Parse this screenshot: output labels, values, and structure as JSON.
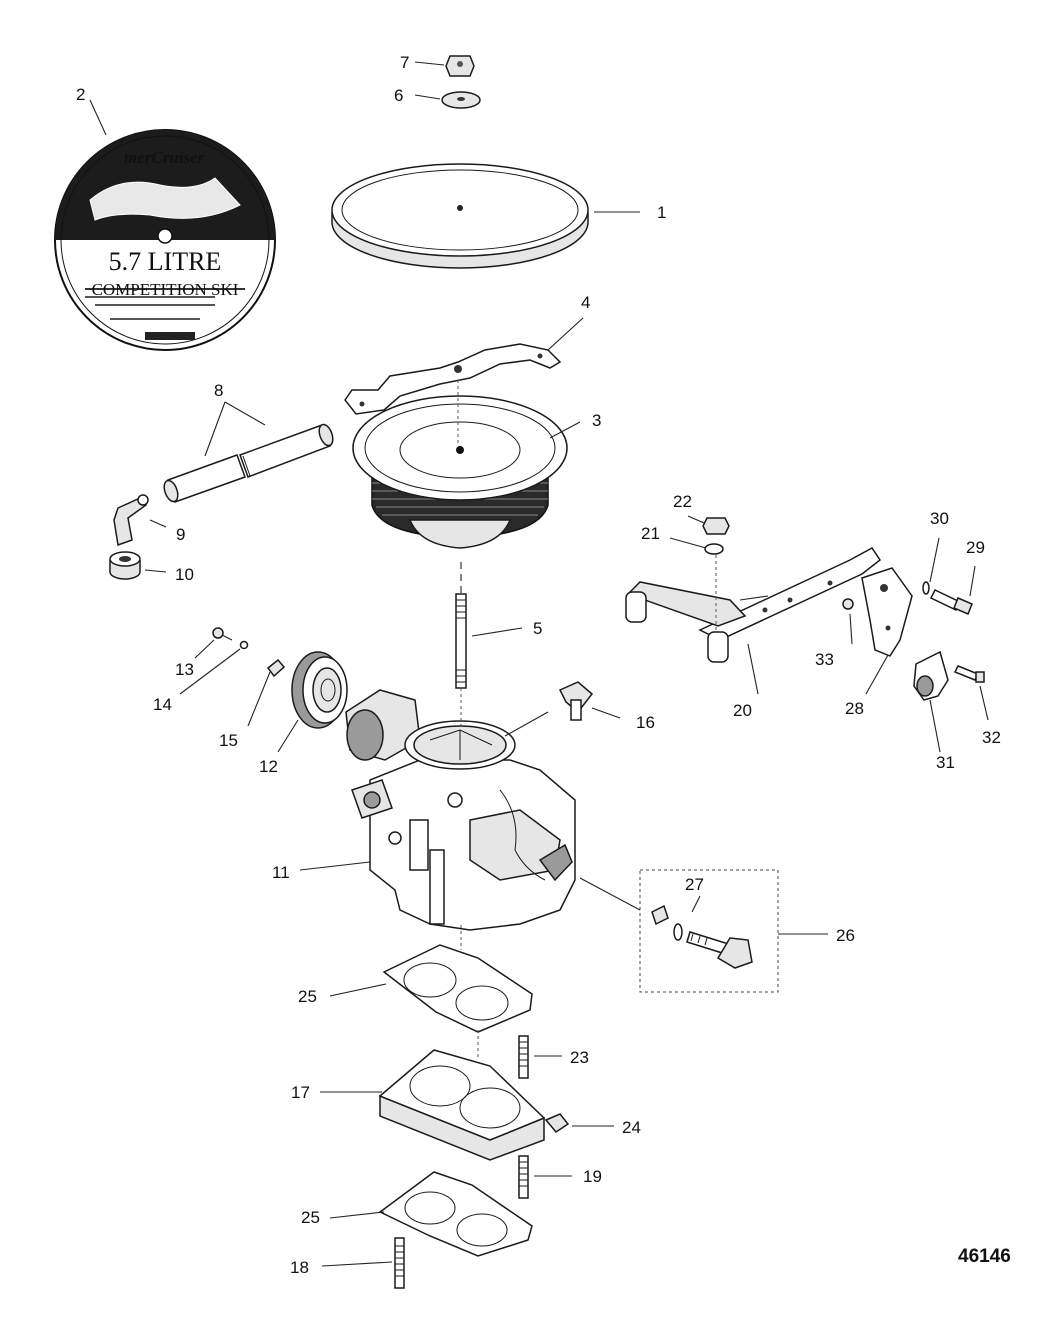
{
  "figure_number": "46146",
  "callouts": [
    {
      "id": "1",
      "text": "1"
    },
    {
      "id": "2",
      "text": "2"
    },
    {
      "id": "3",
      "text": "3"
    },
    {
      "id": "4",
      "text": "4"
    },
    {
      "id": "5",
      "text": "5"
    },
    {
      "id": "6",
      "text": "6"
    },
    {
      "id": "7",
      "text": "7"
    },
    {
      "id": "8",
      "text": "8"
    },
    {
      "id": "9",
      "text": "9"
    },
    {
      "id": "10",
      "text": "10"
    },
    {
      "id": "11",
      "text": "11"
    },
    {
      "id": "12",
      "text": "12"
    },
    {
      "id": "13",
      "text": "13"
    },
    {
      "id": "14",
      "text": "14"
    },
    {
      "id": "15",
      "text": "15"
    },
    {
      "id": "16",
      "text": "16"
    },
    {
      "id": "17",
      "text": "17"
    },
    {
      "id": "18",
      "text": "18"
    },
    {
      "id": "19",
      "text": "19"
    },
    {
      "id": "20",
      "text": "20"
    },
    {
      "id": "21",
      "text": "21"
    },
    {
      "id": "22",
      "text": "22"
    },
    {
      "id": "23",
      "text": "23"
    },
    {
      "id": "24",
      "text": "24"
    },
    {
      "id": "25a",
      "text": "25"
    },
    {
      "id": "25b",
      "text": "25"
    },
    {
      "id": "26",
      "text": "26"
    },
    {
      "id": "27",
      "text": "27"
    },
    {
      "id": "28",
      "text": "28"
    },
    {
      "id": "29",
      "text": "29"
    },
    {
      "id": "30",
      "text": "30"
    },
    {
      "id": "31",
      "text": "31"
    },
    {
      "id": "32",
      "text": "32"
    },
    {
      "id": "33",
      "text": "33"
    }
  ],
  "decal": {
    "brand": "merCruiser",
    "line1": "5.7 LITRE",
    "line2": "COMPETITION SKI"
  }
}
